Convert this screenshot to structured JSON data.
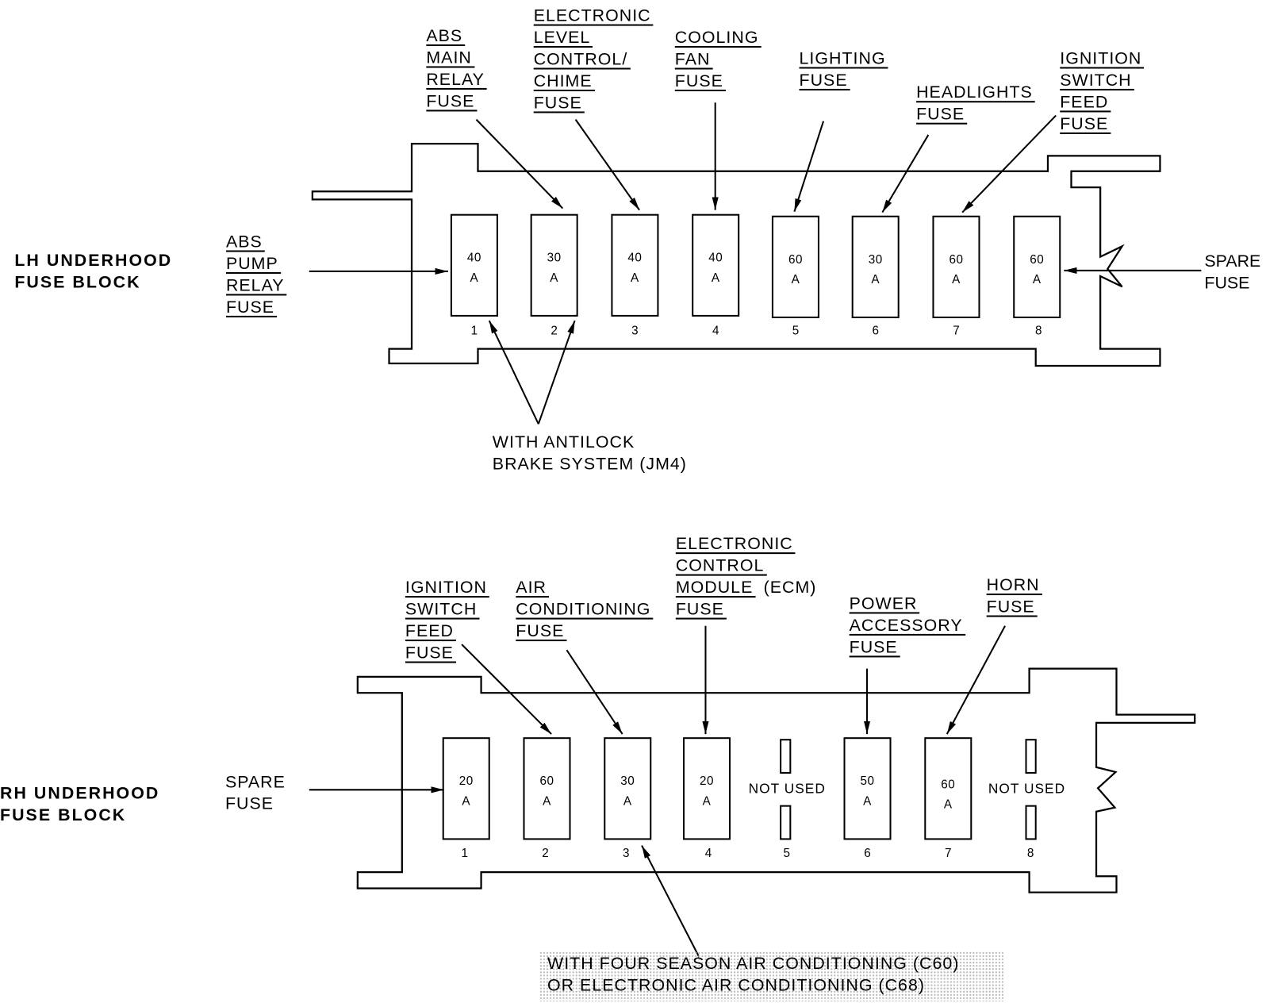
{
  "lh_block": {
    "title": [
      "LH UNDERHOOD",
      "FUSE BLOCK"
    ],
    "fuses": [
      {
        "position": "1",
        "rating": "40",
        "unit": "A"
      },
      {
        "position": "2",
        "rating": "30",
        "unit": "A"
      },
      {
        "position": "3",
        "rating": "40",
        "unit": "A"
      },
      {
        "position": "4",
        "rating": "40",
        "unit": "A"
      },
      {
        "position": "5",
        "rating": "60",
        "unit": "A"
      },
      {
        "position": "6",
        "rating": "30",
        "unit": "A"
      },
      {
        "position": "7",
        "rating": "60",
        "unit": "A"
      },
      {
        "position": "8",
        "rating": "60",
        "unit": "A"
      }
    ],
    "callouts": {
      "abs_pump_relay": [
        "ABS",
        "PUMP",
        "RELAY",
        "FUSE"
      ],
      "abs_main_relay": [
        "ABS",
        "MAIN",
        "RELAY",
        "FUSE"
      ],
      "electronic_level_control": [
        "ELECTRONIC",
        "LEVEL",
        "CONTROL/",
        "CHIME",
        "FUSE"
      ],
      "cooling_fan": [
        "COOLING",
        "FAN",
        "FUSE"
      ],
      "lighting": [
        "LIGHTING",
        "FUSE"
      ],
      "headlights": [
        "HEADLIGHTS",
        "FUSE"
      ],
      "ignition_switch_feed": [
        "IGNITION",
        "SWITCH",
        "FEED",
        "FUSE"
      ],
      "spare": [
        "SPARE",
        "FUSE"
      ]
    },
    "note": [
      "WITH ANTILOCK",
      "BRAKE SYSTEM (JM4)"
    ]
  },
  "rh_block": {
    "title": [
      "RH UNDERHOOD",
      "FUSE BLOCK"
    ],
    "fuses": [
      {
        "position": "1",
        "rating": "20",
        "unit": "A"
      },
      {
        "position": "2",
        "rating": "60",
        "unit": "A"
      },
      {
        "position": "3",
        "rating": "30",
        "unit": "A"
      },
      {
        "position": "4",
        "rating": "20",
        "unit": "A"
      },
      {
        "position": "5",
        "status": "NOT USED"
      },
      {
        "position": "6",
        "rating": "50",
        "unit": "A"
      },
      {
        "position": "7",
        "rating": "60",
        "unit": "A"
      },
      {
        "position": "8",
        "status": "NOT USED"
      }
    ],
    "callouts": {
      "spare": [
        "SPARE",
        "FUSE"
      ],
      "ignition_switch_feed": [
        "IGNITION",
        "SWITCH",
        "FEED",
        "FUSE"
      ],
      "air_conditioning": [
        "AIR",
        "CONDITIONING",
        "FUSE"
      ],
      "ecm": [
        "ELECTRONIC",
        "CONTROL",
        "MODULE",
        "FUSE"
      ],
      "ecm_suffix": "(ECM)",
      "power_accessory": [
        "POWER",
        "ACCESSORY",
        "FUSE"
      ],
      "horn": [
        "HORN",
        "FUSE"
      ]
    },
    "note": [
      "WITH FOUR SEASON AIR CONDITIONING (C60)",
      "OR ELECTRONIC AIR CONDITIONING (C68)"
    ]
  }
}
